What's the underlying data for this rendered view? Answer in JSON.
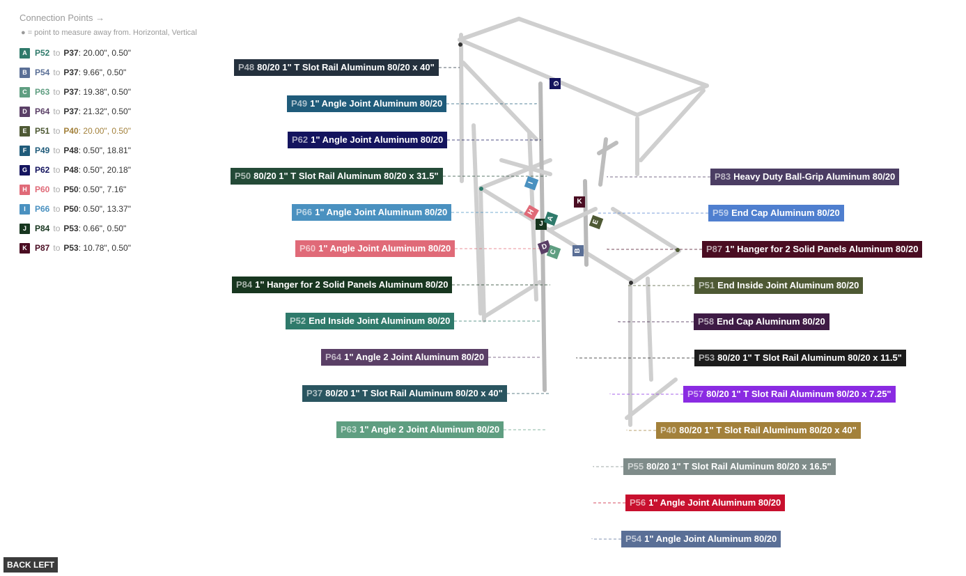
{
  "legend": {
    "title": "Connection Points →",
    "note": "● = point to measure away from. Horizontal, Vertical",
    "to_word": "to",
    "items": [
      {
        "letter": "A",
        "from": "P52",
        "to": "P37",
        "value": ": 20.00\", 0.50\"",
        "color": "#2f7a6b",
        "fromColor": "#2f7a6b",
        "toColor": "#333333"
      },
      {
        "letter": "B",
        "from": "P54",
        "to": "P37",
        "value": ": 9.66\", 0.50\"",
        "color": "#5a6f96",
        "fromColor": "#5a6f96",
        "toColor": "#333333"
      },
      {
        "letter": "C",
        "from": "P63",
        "to": "P37",
        "value": ": 19.38\", 0.50\"",
        "color": "#5f9e81",
        "fromColor": "#5f9e81",
        "toColor": "#333333"
      },
      {
        "letter": "D",
        "from": "P64",
        "to": "P37",
        "value": ": 21.32\", 0.50\"",
        "color": "#5a3f66",
        "fromColor": "#5a3f66",
        "toColor": "#333333"
      },
      {
        "letter": "E",
        "from": "P51",
        "to": "P40",
        "value": ": 20.00\", 0.50\"",
        "color": "#4e5934",
        "fromColor": "#4e5934",
        "toColor": "#a3813b"
      },
      {
        "letter": "F",
        "from": "P49",
        "to": "P48",
        "value": ": 0.50\", 18.81\"",
        "color": "#1f5b7a",
        "fromColor": "#1f5b7a",
        "toColor": "#333333"
      },
      {
        "letter": "G",
        "from": "P62",
        "to": "P48",
        "value": ": 0.50\", 20.18\"",
        "color": "#14145e",
        "fromColor": "#14145e",
        "toColor": "#333333"
      },
      {
        "letter": "H",
        "from": "P60",
        "to": "P50",
        "value": ": 0.50\", 7.16\"",
        "color": "#e06a78",
        "fromColor": "#e06a78",
        "toColor": "#333333"
      },
      {
        "letter": "I",
        "from": "P66",
        "to": "P50",
        "value": ": 0.50\", 13.37\"",
        "color": "#4a91c0",
        "fromColor": "#4a91c0",
        "toColor": "#333333"
      },
      {
        "letter": "J",
        "from": "P84",
        "to": "P53",
        "value": ": 0.66\", 0.50\"",
        "color": "#17361f",
        "fromColor": "#17361f",
        "toColor": "#333333"
      },
      {
        "letter": "K",
        "from": "P87",
        "to": "P53",
        "value": ": 10.78\", 0.50\"",
        "color": "#4a0d22",
        "fromColor": "#4a0d22",
        "toColor": "#333333"
      }
    ]
  },
  "parts": [
    {
      "id": "P48",
      "name": "80/20 1\" T Slot Rail Aluminum 80/20 x 40\"",
      "color": "#24303d"
    },
    {
      "id": "P49",
      "name": "1\" Angle Joint Aluminum 80/20",
      "color": "#1f5b7a"
    },
    {
      "id": "P62",
      "name": "1\" Angle Joint Aluminum 80/20",
      "color": "#14145e"
    },
    {
      "id": "P50",
      "name": "80/20 1\" T Slot Rail Aluminum 80/20 x 31.5\"",
      "color": "#244a37"
    },
    {
      "id": "P66",
      "name": "1\" Angle Joint Aluminum 80/20",
      "color": "#4a91c0"
    },
    {
      "id": "P60",
      "name": "1\" Angle Joint Aluminum 80/20",
      "color": "#e06a78"
    },
    {
      "id": "P84",
      "name": "1\" Hanger for 2 Solid Panels Aluminum 80/20",
      "color": "#17361f"
    },
    {
      "id": "P52",
      "name": "End Inside Joint  Aluminum 80/20",
      "color": "#2f7a6b"
    },
    {
      "id": "P64",
      "name": "1\" Angle 2 Joint Aluminum 80/20",
      "color": "#5a3f66"
    },
    {
      "id": "P37",
      "name": "80/20 1\" T Slot Rail Aluminum 80/20 x 40\"",
      "color": "#2a5560"
    },
    {
      "id": "P63",
      "name": "1\" Angle 2 Joint Aluminum 80/20",
      "color": "#5f9e81"
    },
    {
      "id": "P83",
      "name": "Heavy Duty Ball-Grip Aluminum 80/20",
      "color": "#4b3d63"
    },
    {
      "id": "P59",
      "name": "End Cap Aluminum 80/20",
      "color": "#4f7fcf"
    },
    {
      "id": "P87",
      "name": "1\" Hanger for 2 Solid Panels Aluminum 80/20",
      "color": "#4a0d22"
    },
    {
      "id": "P51",
      "name": "End Inside Joint  Aluminum 80/20",
      "color": "#4e5934"
    },
    {
      "id": "P58",
      "name": "End Cap Aluminum 80/20",
      "color": "#3e1b45"
    },
    {
      "id": "P53",
      "name": "80/20 1\" T Slot Rail Aluminum 80/20 x 11.5\"",
      "color": "#1c1c1c"
    },
    {
      "id": "P57",
      "name": "80/20 1\" T Slot Rail Aluminum 80/20 x 7.25\"",
      "color": "#8a2be2"
    },
    {
      "id": "P40",
      "name": "80/20 1\" T Slot Rail Aluminum 80/20 x 40\"",
      "color": "#a3813b"
    },
    {
      "id": "P55",
      "name": "80/20 1\" T Slot Rail Aluminum 80/20 x 16.5\"",
      "color": "#7f8c8a"
    },
    {
      "id": "P56",
      "name": "1\" Angle Joint Aluminum 80/20",
      "color": "#c8102e"
    },
    {
      "id": "P54",
      "name": "1\" Angle Joint Aluminum 80/20",
      "color": "#5a6f96"
    }
  ],
  "markers": [
    {
      "letter": "G",
      "color": "#14145e"
    },
    {
      "letter": "I",
      "color": "#4a91c0"
    },
    {
      "letter": "K",
      "color": "#4a0d22"
    },
    {
      "letter": "H",
      "color": "#e06a78"
    },
    {
      "letter": "J",
      "color": "#17361f"
    },
    {
      "letter": "A",
      "color": "#2f7a6b"
    },
    {
      "letter": "E",
      "color": "#4e5934"
    },
    {
      "letter": "D",
      "color": "#5a3f66"
    },
    {
      "letter": "C",
      "color": "#5f9e81"
    },
    {
      "letter": "B",
      "color": "#5a6f96"
    }
  ],
  "back_button": "BACK LEFT"
}
